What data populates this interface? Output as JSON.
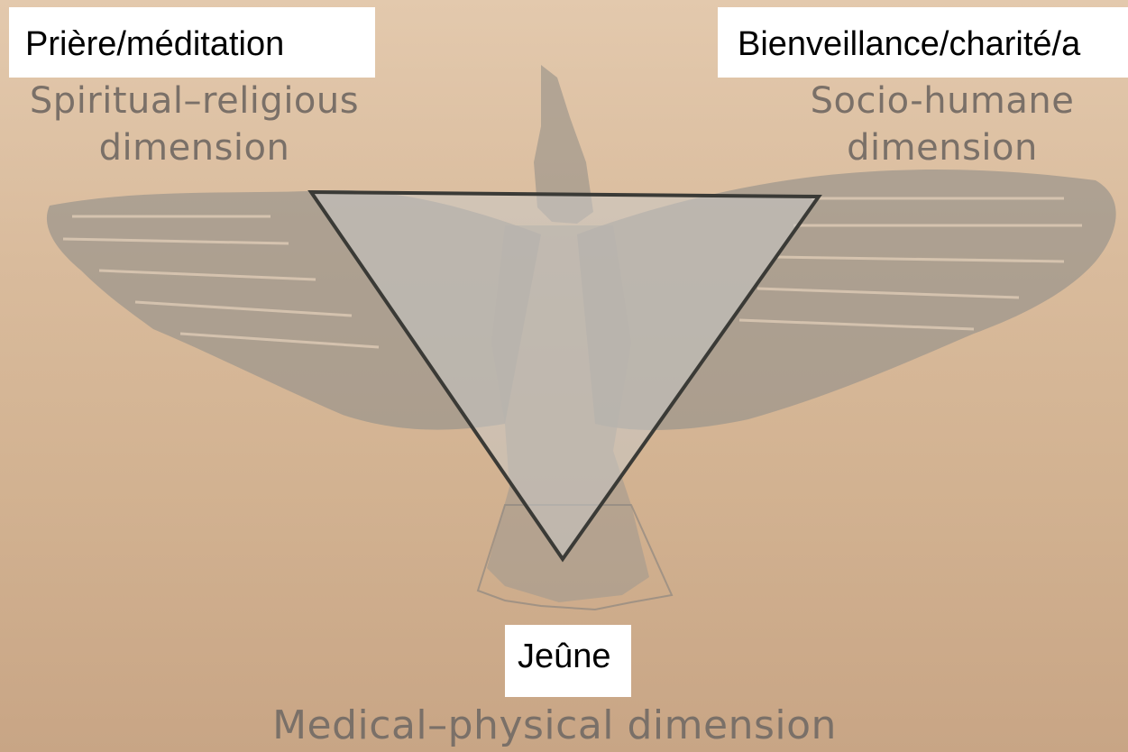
{
  "labels": {
    "spiritual_line1": "Spiritual–religious",
    "spiritual_line2": "dimension",
    "socio_line1": "Socio-humane",
    "socio_line2": "dimension",
    "medical": "Medical–physical dimension"
  },
  "overlays": {
    "priere": "Prière/méditation",
    "bienveillance": "Bienveillance/charité/a",
    "jeune": "Jeûne"
  },
  "colors": {
    "background": "#d9bb9c",
    "bird": "#8a8a86",
    "triangle_fill": "#c9c9c6",
    "triangle_stroke": "#3a3a36",
    "label_text": "#7a7068",
    "overlay_bg": "#ffffff"
  }
}
